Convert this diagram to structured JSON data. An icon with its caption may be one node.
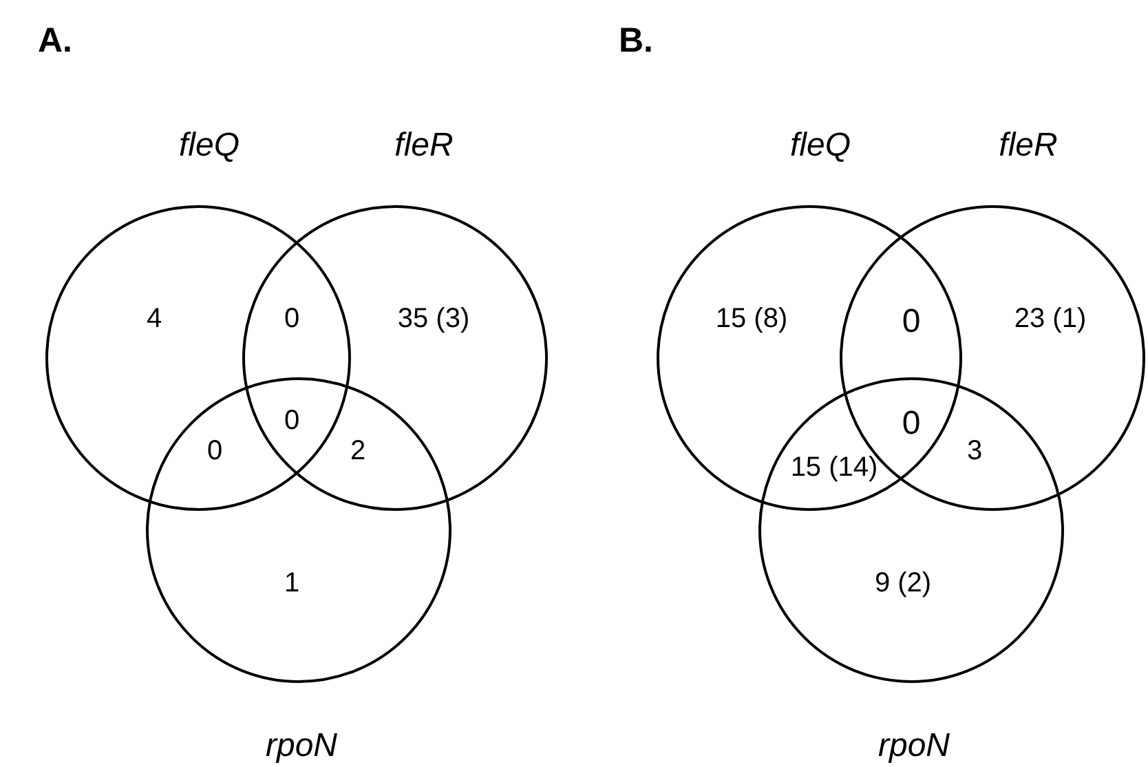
{
  "diagram": {
    "nodes": [
      {
        "text": [
          "fleQ"
        ]
      },
      {
        "text": [
          "fleR"
        ]
      },
      {
        "text": [
          "rpoN"
        ]
      },
      {
        "text": [
          "fleQ"
        ]
      },
      {
        "text": [
          "fleR"
        ]
      },
      {
        "text": [
          "rpoN"
        ]
      }
    ],
    "labels": [
      "A.",
      "4",
      "0",
      "35 (3)",
      "0",
      "0",
      "2",
      "1",
      "B.",
      "15 (8)",
      "0",
      "23 (1)",
      "0",
      "15 (14)",
      "3",
      "9 (2)"
    ]
  }
}
